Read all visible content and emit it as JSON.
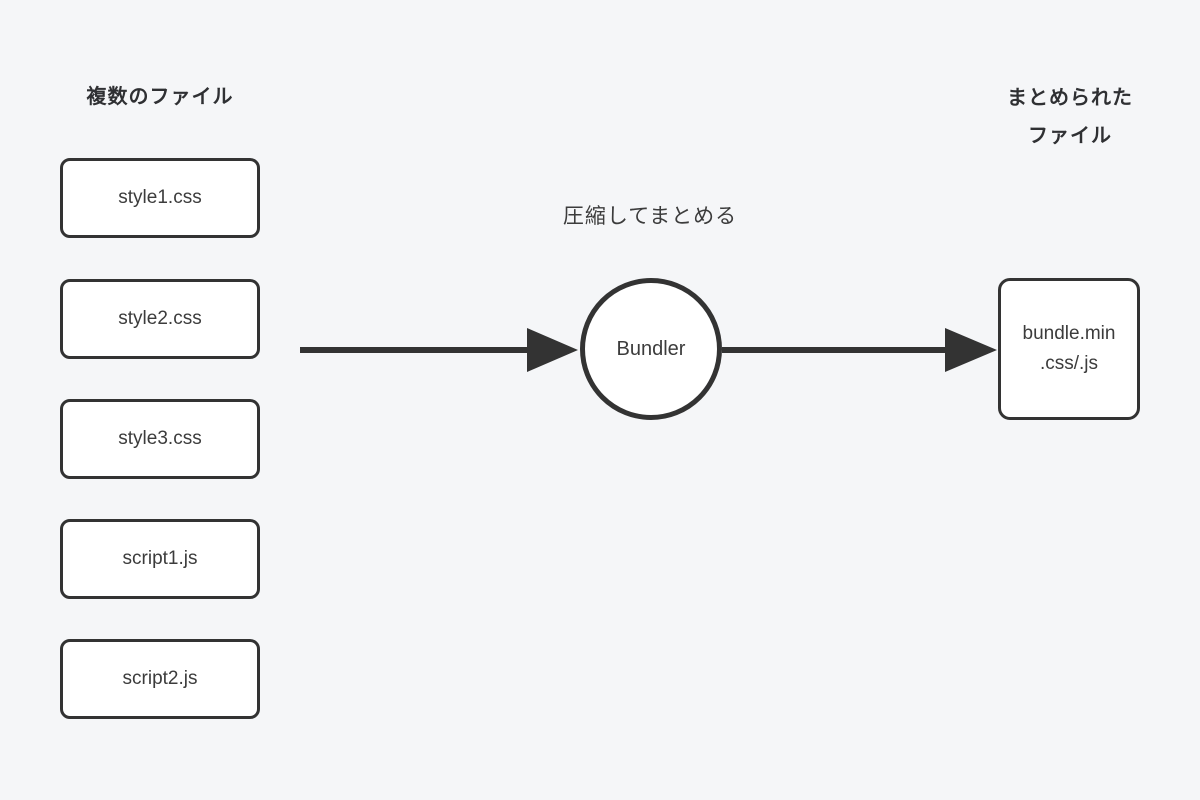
{
  "diagram": {
    "left_heading": "複数のファイル",
    "files": [
      {
        "label": "style1.css"
      },
      {
        "label": "style2.css"
      },
      {
        "label": "style3.css"
      },
      {
        "label": "script1.js"
      },
      {
        "label": "script2.js"
      }
    ],
    "process_label": "圧縮してまとめる",
    "bundler_label": "Bundler",
    "right_heading_line1": "まとめられた",
    "right_heading_line2": "ファイル",
    "output_line1": "bundle.min",
    "output_line2": ".css/.js",
    "colors": {
      "background": "#f5f6f8",
      "stroke": "#333333",
      "node_fill": "#ffffff",
      "text": "#3c3c3c"
    }
  }
}
